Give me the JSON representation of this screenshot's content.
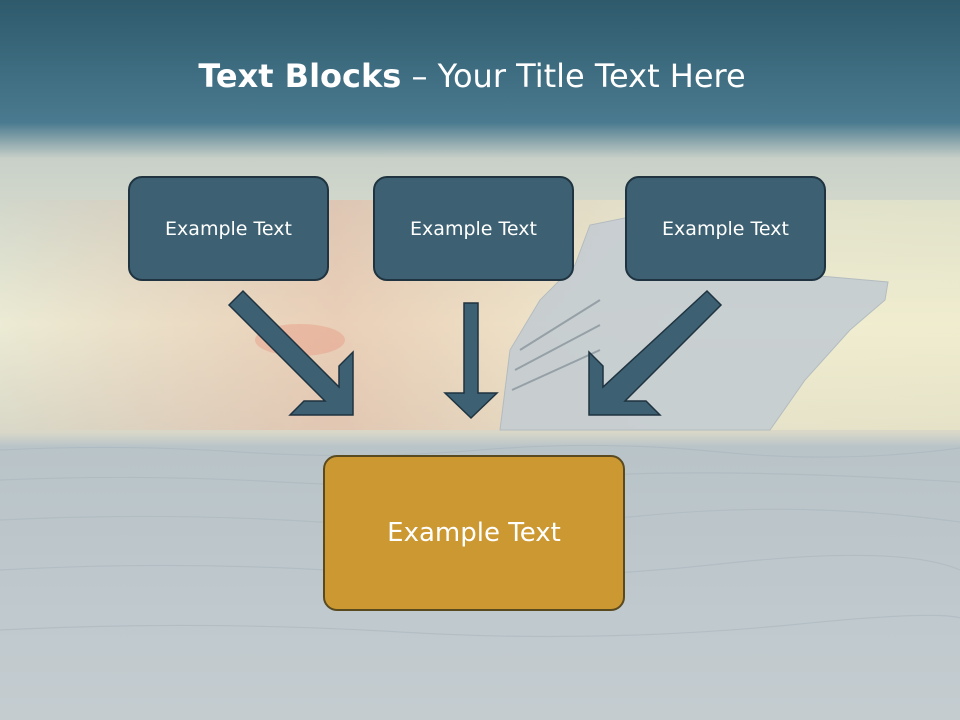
{
  "slide": {
    "title_bold": "Text Blocks",
    "title_dash": " – ",
    "title_rest": "Your Title Text Here"
  },
  "blocks": {
    "top_left": "Example Text",
    "top_center": "Example Text",
    "top_right": "Example Text",
    "bottom": "Example Text"
  },
  "colors": {
    "top_box": "#3d6172",
    "bottom_box": "#cc9832",
    "arrow": "#3d6172"
  }
}
